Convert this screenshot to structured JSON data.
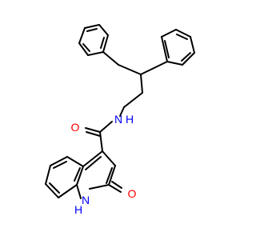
{
  "colors": {
    "bond": "#000000",
    "oxygen": "#ff0000",
    "nitrogen": "#0000ff",
    "background": "#ffffff"
  },
  "atoms": {
    "amide_oxygen": "O",
    "amide_nitrogen": "N",
    "amide_hydrogen": "H",
    "ring_nitrogen": "N",
    "ring_hydrogen": "H",
    "keto_oxygen": "O"
  }
}
